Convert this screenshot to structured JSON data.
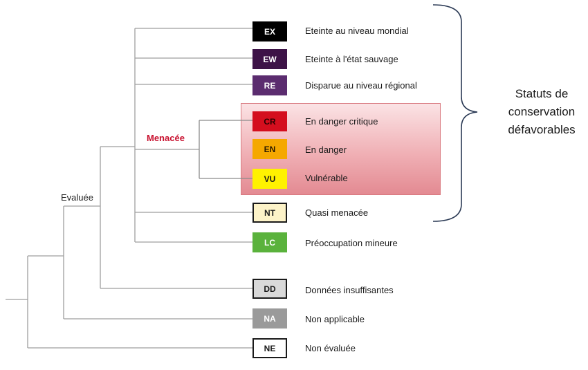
{
  "nodes": {
    "evaluee": "Evaluée",
    "menacee": "Menacée"
  },
  "categories": [
    {
      "code": "EX",
      "label": "Eteinte au niveau mondial",
      "bg": "#000000",
      "fg": "#ffffff",
      "border": "#000000"
    },
    {
      "code": "EW",
      "label": "Eteinte à l'état sauvage",
      "bg": "#3d1347",
      "fg": "#ffffff",
      "border": "#3d1347"
    },
    {
      "code": "RE",
      "label": "Disparue au niveau régional",
      "bg": "#5b2c6f",
      "fg": "#ffffff",
      "border": "#5b2c6f"
    },
    {
      "code": "CR",
      "label": "En danger critique",
      "bg": "#d40e1e",
      "fg": "#2a0000",
      "border": "#d40e1e"
    },
    {
      "code": "EN",
      "label": "En danger",
      "bg": "#f5a800",
      "fg": "#2a1a00",
      "border": "#f5a800"
    },
    {
      "code": "VU",
      "label": "Vulnérable",
      "bg": "#fff200",
      "fg": "#1a1a1a",
      "border": "#fff200"
    },
    {
      "code": "NT",
      "label": "Quasi menacée",
      "bg": "#fdf3c8",
      "fg": "#1a1a1a",
      "border": "#1a1a1a"
    },
    {
      "code": "LC",
      "label": "Préoccupation mineure",
      "bg": "#5ab23c",
      "fg": "#ffffff",
      "border": "#5ab23c"
    },
    {
      "code": "DD",
      "label": "Données insuffisantes",
      "bg": "#d9d9d9",
      "fg": "#1a1a1a",
      "border": "#1a1a1a"
    },
    {
      "code": "NA",
      "label": "Non applicable",
      "bg": "#9a9a9a",
      "fg": "#ffffff",
      "border": "#9a9a9a"
    },
    {
      "code": "NE",
      "label": "Non évaluée",
      "bg": "#ffffff",
      "fg": "#1a1a1a",
      "border": "#1a1a1a"
    }
  ],
  "brace_label": {
    "line1": "Statuts de",
    "line2": "conservation",
    "line3": "défavorables"
  },
  "colors": {
    "tree_line": "#9e9e9e",
    "brace": "#2b3a55",
    "menacee_text": "#c8102e"
  }
}
